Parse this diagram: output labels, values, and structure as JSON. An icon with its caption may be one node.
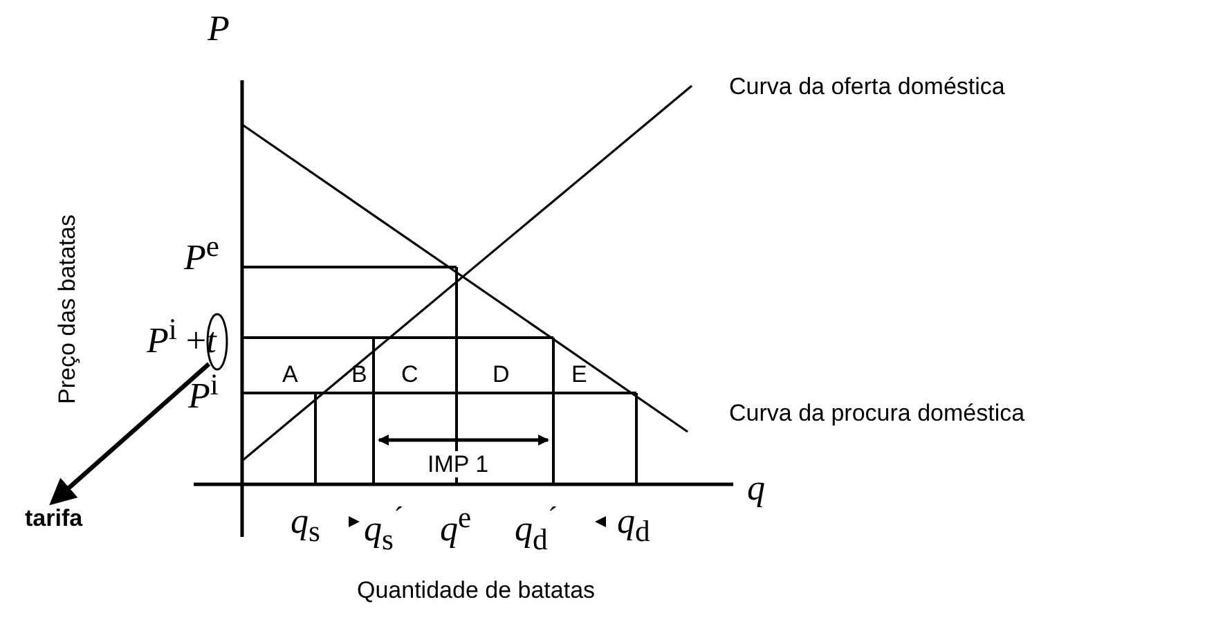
{
  "diagram": {
    "nodes": [
      {
        "text": [
          "tarifa"
        ]
      },
      {
        "text": [],
        "shape": "circle"
      }
    ],
    "edges": [
      {
        "from": 1,
        "to": 0,
        "arrow": "to"
      }
    ],
    "labels": [
      "*P*",
      "Curva da oferta doméstica",
      "Preço das batatas",
      "*P*$^{e}$",
      "*P*$^{i}$ +*t*",
      "*P*$^{i}$",
      "A",
      "B",
      "C",
      "D",
      "E",
      "Curva da procura doméstica",
      "IMP 1",
      "*q*",
      "*q*$_{s}$",
      "*q*$_{s}$$^{´}$",
      "*q*$^{e}$",
      "*q*$_{d}$$^{´}$",
      "*q*$_{d}$",
      "Quantidade de batatas"
    ]
  }
}
